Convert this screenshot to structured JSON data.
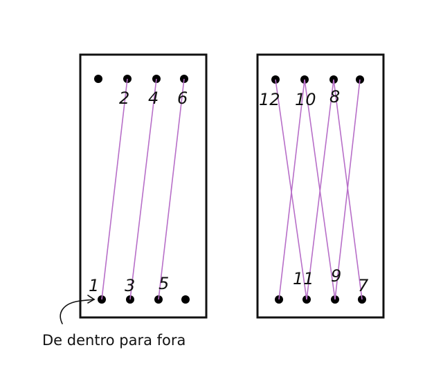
{
  "labels": {
    "left_top": [
      "2",
      "4",
      "6"
    ],
    "left_bottom": [
      "1",
      "3",
      "5"
    ],
    "right_top": [
      "12",
      "10",
      "8"
    ],
    "right_bottom": [
      "11",
      "9",
      "7"
    ]
  },
  "caption": "De dentro para fora",
  "colors": {
    "thread": "#b76ec8",
    "frame": "#111111",
    "hole": "#000000"
  }
}
